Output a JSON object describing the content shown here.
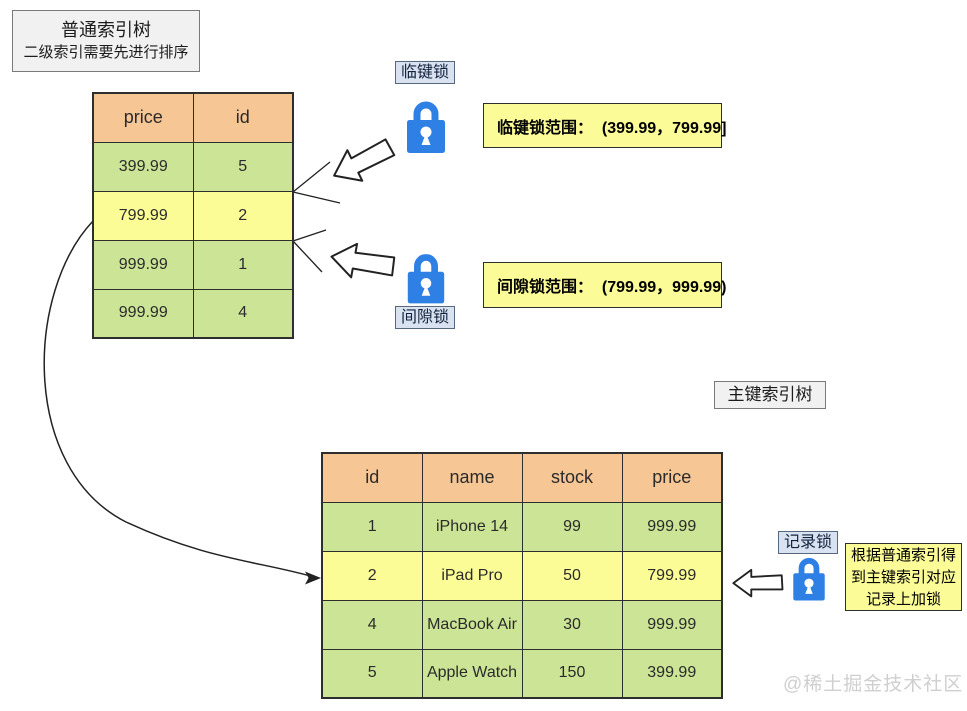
{
  "secondary_index": {
    "title_line1": "普通索引树",
    "title_line2": "二级索引需要先进行排序",
    "headers": [
      "price",
      "id"
    ],
    "rows": [
      [
        "399.99",
        "5"
      ],
      [
        "799.99",
        "2"
      ],
      [
        "999.99",
        "1"
      ],
      [
        "999.99",
        "4"
      ]
    ]
  },
  "primary_index": {
    "title": "主键索引树",
    "headers": [
      "id",
      "name",
      "stock",
      "price"
    ],
    "rows": [
      [
        "1",
        "iPhone 14",
        "99",
        "999.99"
      ],
      [
        "2",
        "iPad Pro",
        "50",
        "799.99"
      ],
      [
        "4",
        "MacBook Air",
        "30",
        "999.99"
      ],
      [
        "5",
        "Apple Watch",
        "150",
        "399.99"
      ]
    ]
  },
  "locks": {
    "next_key": {
      "label": "临键锁",
      "range": "临键锁范围：  (399.99，799.99]"
    },
    "gap": {
      "label": "间隙锁",
      "range": "间隙锁范围：  (799.99，999.99)"
    },
    "record": {
      "label": "记录锁",
      "note_line1": "根据普通索引得",
      "note_line2": "到主键索引对应",
      "note_line3": "记录上加锁"
    }
  },
  "watermark": "@稀土掘金技术社区",
  "colors": {
    "header_bg": "#f6c695",
    "row_green": "#cbe495",
    "row_yellow": "#fcfc96",
    "range_box_bg": "#fbfb97",
    "tag_bg": "#d8e2f0",
    "tree_box_bg": "#f1f1f1",
    "lock_blue": "#2f80e5"
  }
}
